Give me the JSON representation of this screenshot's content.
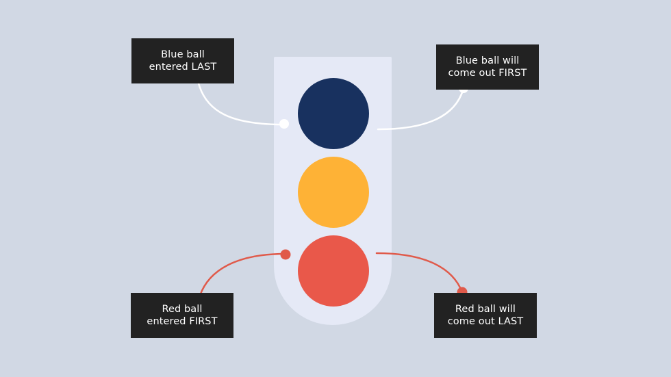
{
  "colors": {
    "background": "#d1d8e4",
    "tube": "#e5e9f6",
    "ball_blue": "#18315f",
    "ball_yellow": "#feb236",
    "ball_red": "#e9584a",
    "label_bg": "#222222",
    "label_text": "#ffffff",
    "connector_white": "#ffffff",
    "connector_red": "#e05a4a"
  },
  "labels": {
    "blue_entered_last": [
      "Blue ball",
      "entered LAST"
    ],
    "blue_out_first": [
      "Blue ball will",
      "come out FIRST"
    ],
    "red_entered_first": [
      "Red ball",
      "entered FIRST"
    ],
    "red_out_last": [
      "Red ball will",
      "come out LAST"
    ]
  }
}
